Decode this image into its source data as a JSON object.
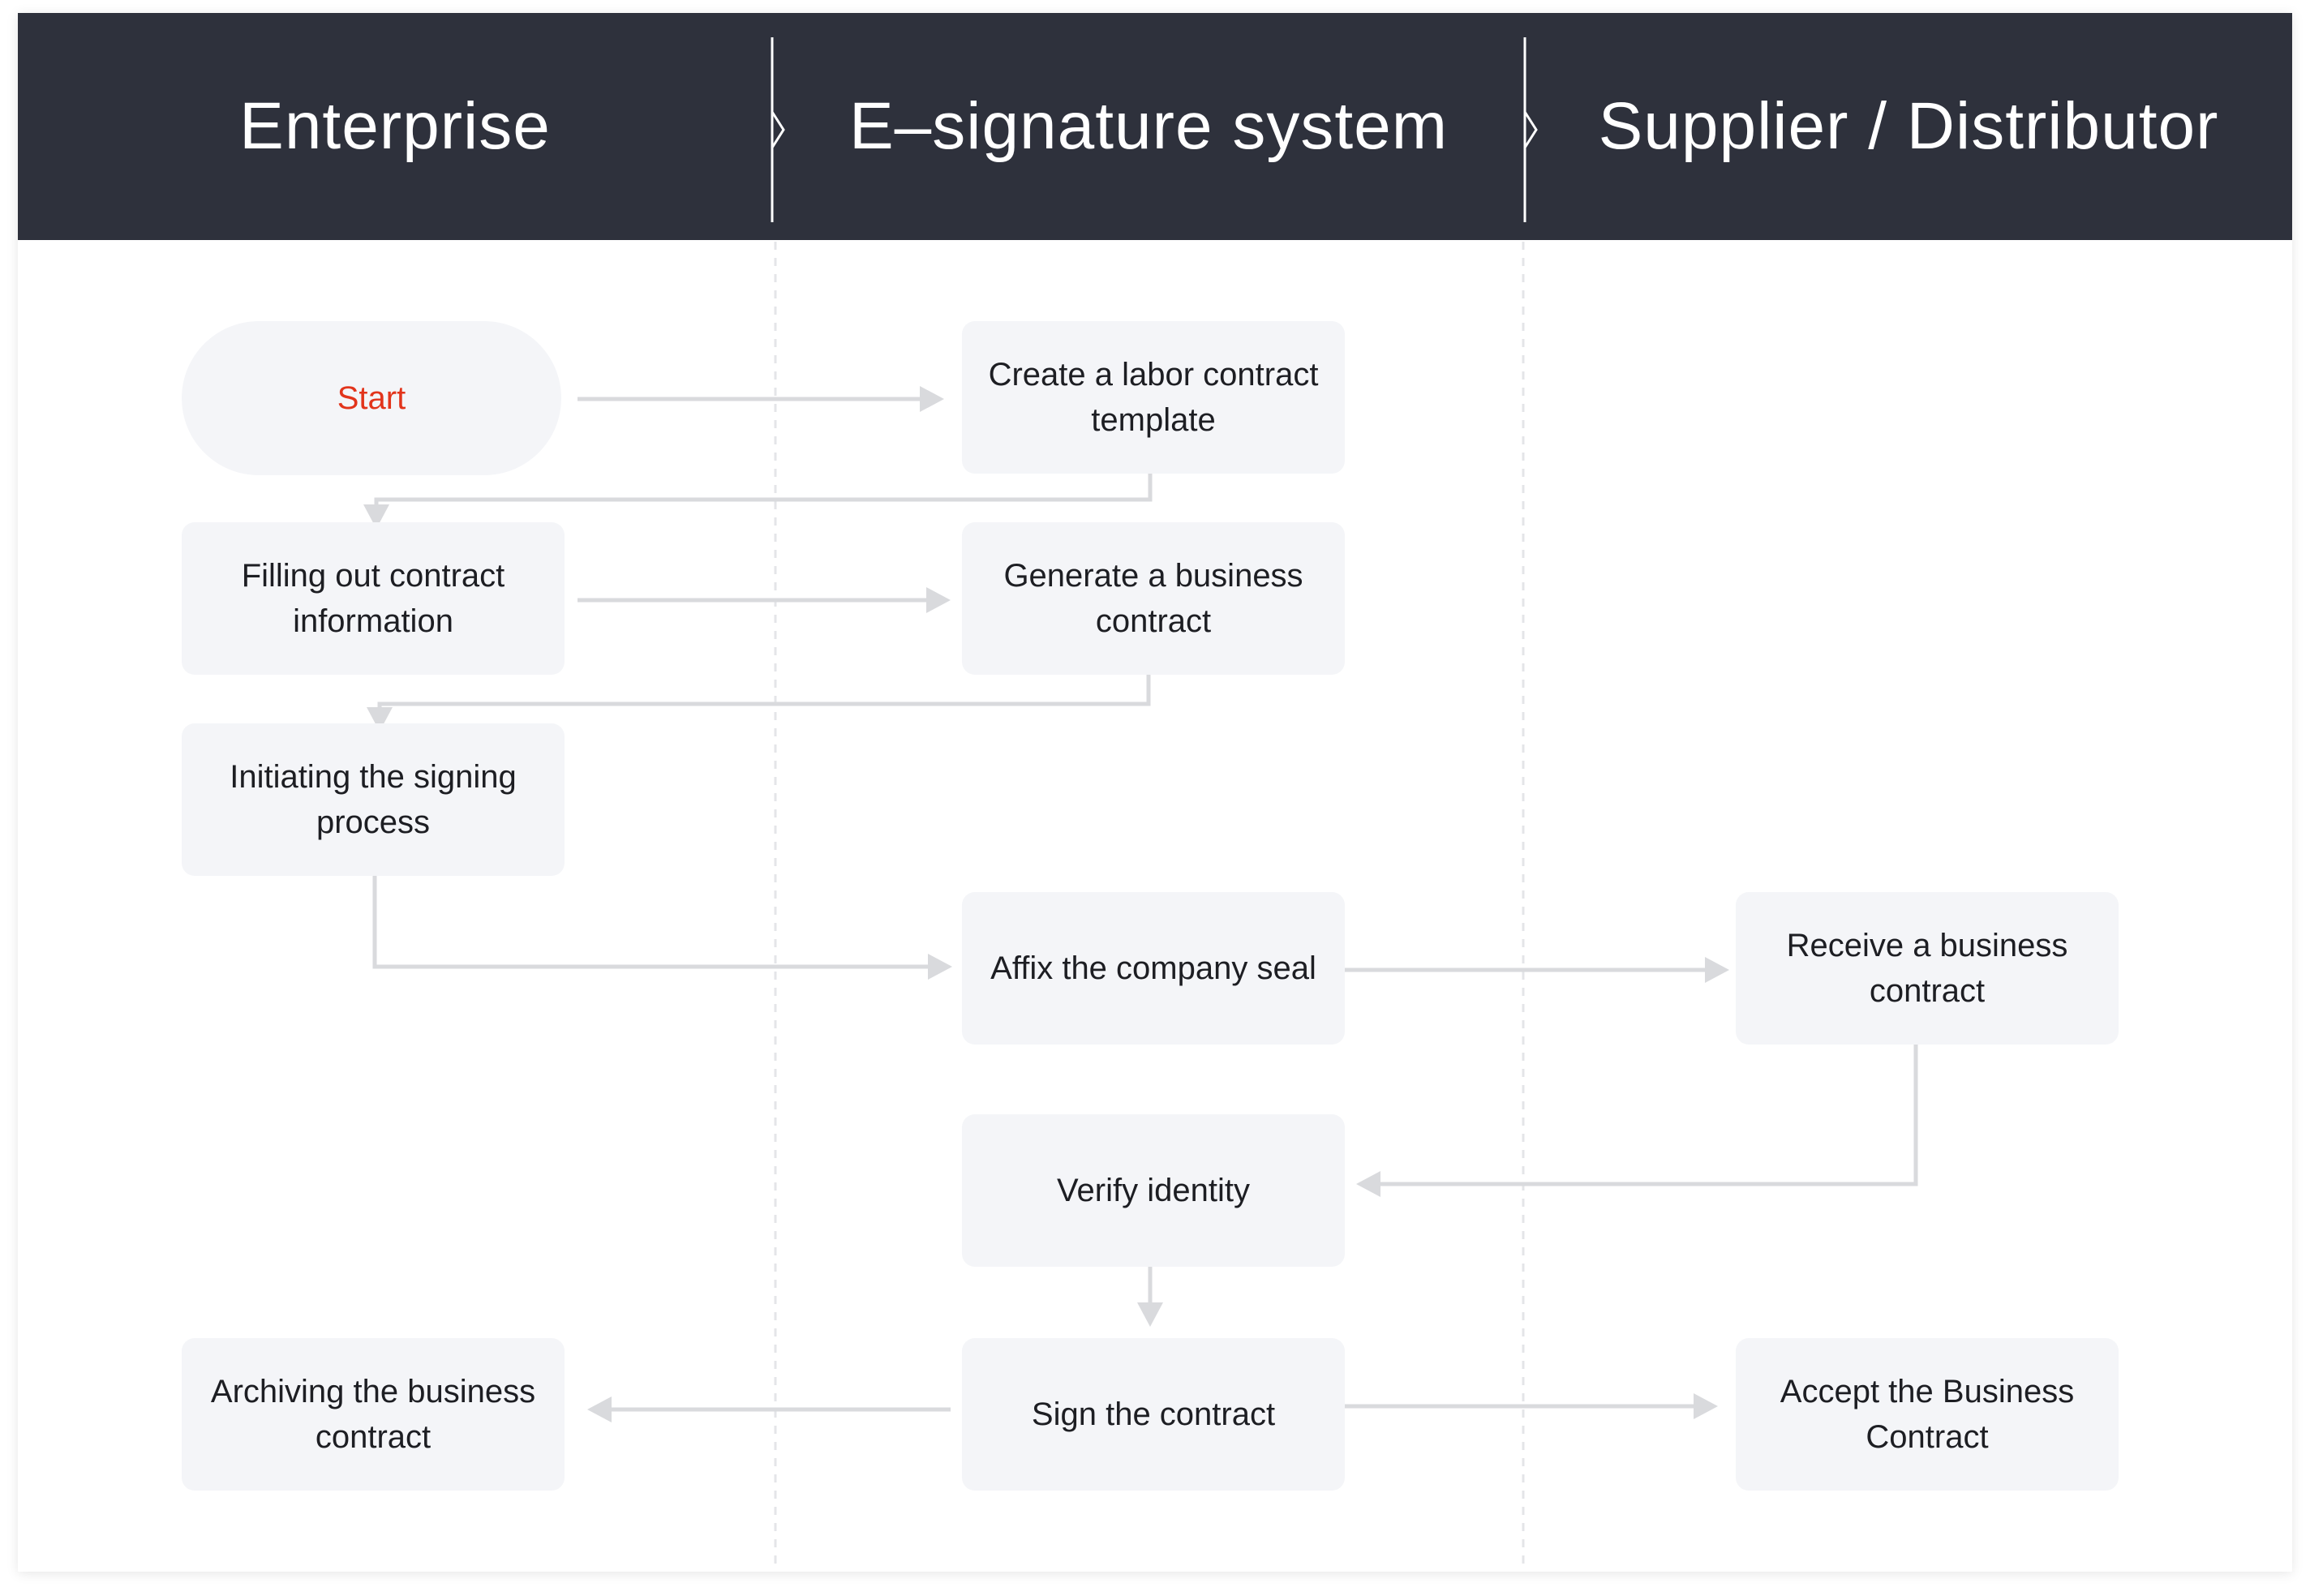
{
  "lanes": {
    "enterprise": "Enterprise",
    "esign": "E–signature system",
    "supplier": "Supplier / Distributor"
  },
  "nodes": {
    "start": "Start",
    "create_template": "Create a labor contract template",
    "fill_info": "Filling out contract information",
    "generate_contract": "Generate a business contract",
    "initiate_signing": "Initiating the signing process",
    "affix_seal": "Affix the company seal",
    "receive_contract": "Receive a business contract",
    "verify_identity": "Verify identity",
    "archive_contract": "Archiving the business contract",
    "sign_contract": "Sign the contract",
    "accept_contract": "Accept the Business Contract"
  },
  "colors": {
    "header_bg": "#2e313c",
    "node_bg": "#f4f5f8",
    "start_text": "#e2341b",
    "connector": "#d9dadd"
  }
}
